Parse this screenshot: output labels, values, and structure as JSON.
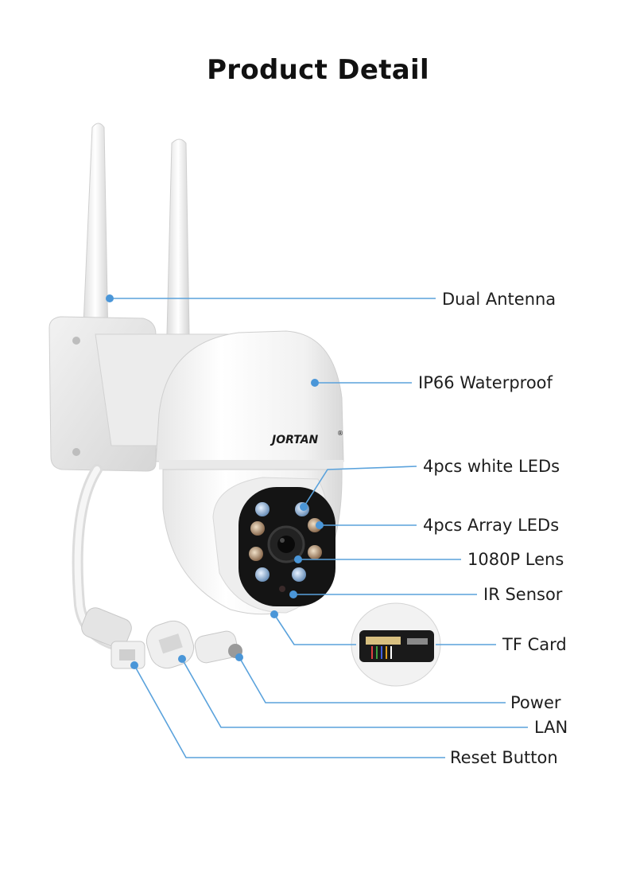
{
  "title": "Product Detail",
  "brand": "JORTAN",
  "callouts": [
    {
      "key": "dual_antenna",
      "label": "Dual Antenna"
    },
    {
      "key": "waterproof",
      "label": "IP66 Waterproof"
    },
    {
      "key": "white_leds",
      "label": "4pcs white LEDs"
    },
    {
      "key": "array_leds",
      "label": "4pcs Array LEDs"
    },
    {
      "key": "lens",
      "label": "1080P Lens"
    },
    {
      "key": "ir_sensor",
      "label": "IR Sensor"
    },
    {
      "key": "tf_card",
      "label": "TF Card"
    },
    {
      "key": "power",
      "label": "Power"
    },
    {
      "key": "lan",
      "label": "LAN"
    },
    {
      "key": "reset",
      "label": "Reset Button"
    }
  ],
  "colors": {
    "leader_line": "#5aa2dc",
    "dot": "#4a96d8",
    "housing": "#f4f4f4",
    "lens_panel": "#141414",
    "white_led": "#8ab2d8",
    "array_led": "#9a7a5c"
  }
}
